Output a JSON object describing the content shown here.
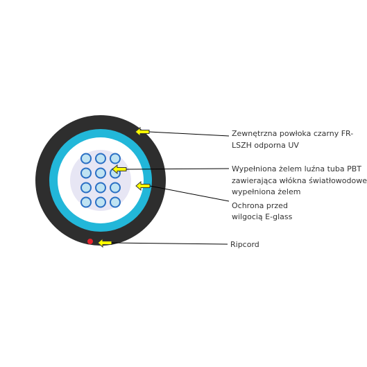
{
  "labels": {
    "jacket": [
      "Zewnętrzna powłoka czarny FR-",
      "LSZH odporna UV"
    ],
    "tube": [
      "Wypełniona żelem luźna tuba PBT",
      "zawierająca włókna światłowodowe",
      "wypełniona żelem"
    ],
    "moisture": [
      "Ochrona przed",
      "wilgocią E-glass"
    ],
    "ripcord": [
      "Ripcord"
    ]
  },
  "colors": {
    "jacket": "#2e2e2e",
    "moisture_barrier": "#22b7d9",
    "white_layer": "#ffffff",
    "tube_fill": "#e7e6f4",
    "fiber_outer": "#2a6fc4",
    "fiber_inner": "#bfe3f2",
    "arrow": "#ffff00",
    "arrow_outline": "#333333",
    "ripcord": "#e8212c",
    "leader_line": "#000000"
  },
  "fiber_count": 12
}
